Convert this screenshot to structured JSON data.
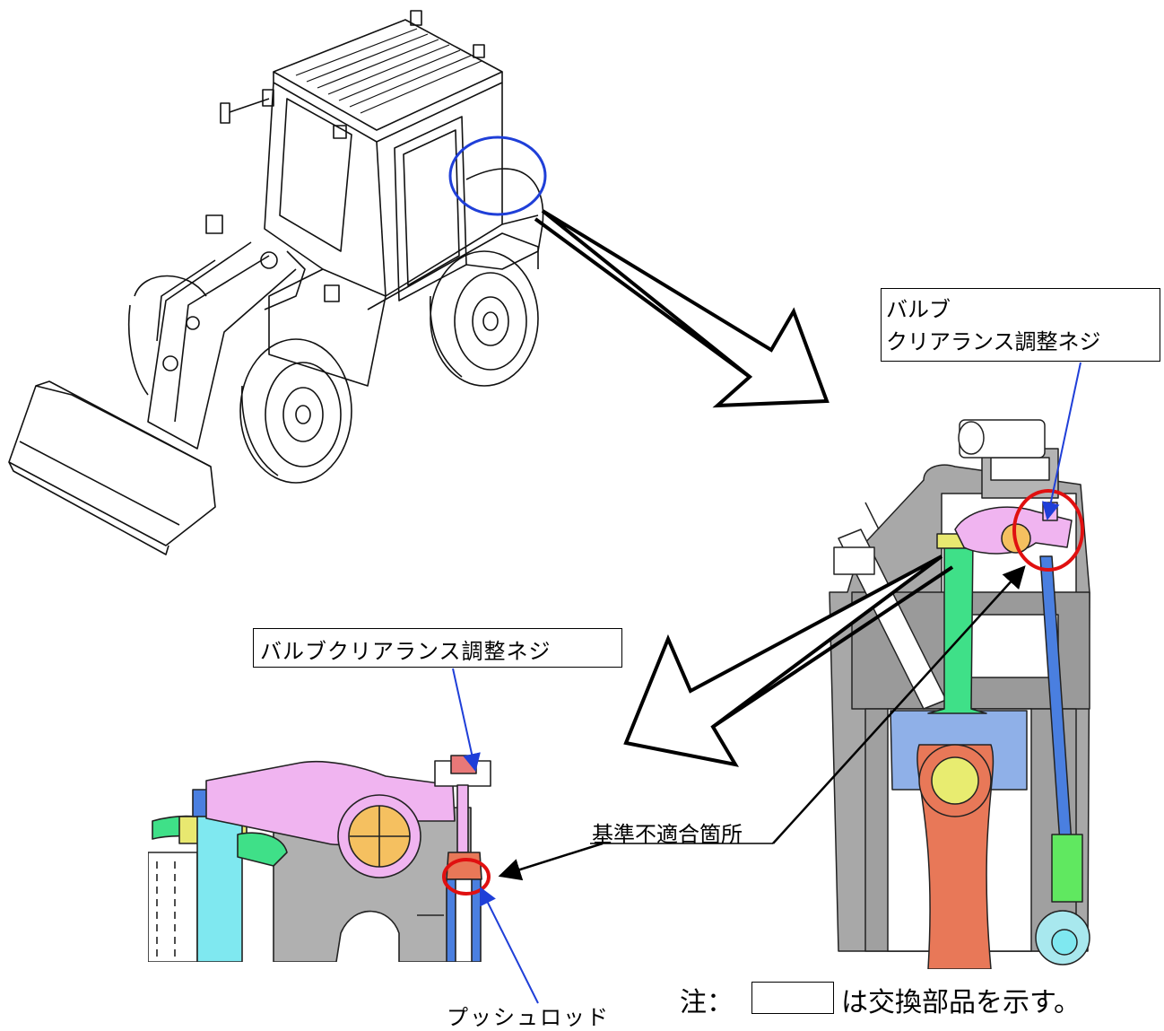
{
  "labels": {
    "valve_box_right_line1": "バルブ",
    "valve_box_right_line2": "クリアランス調整ネジ",
    "valve_box_left": "バルブクリアランス調整ネジ",
    "nonconforming": "基準不適合箇所",
    "pushrod": "プッシュロッド",
    "note_prefix": "注：",
    "note_suffix": "は交換部品を示す。"
  },
  "colors": {
    "highlight_blue": "#1f3fd8",
    "highlight_red": "#e01010",
    "rocker_pink": "#f0b4f0",
    "shaft_orange": "#f5c060",
    "valve_green": "#3fe088",
    "spring_yellow": "#e8e870",
    "pushrod_blue": "#4a7fe0",
    "piston_blue": "#8fb0e8",
    "rod_salmon": "#e87858",
    "pin_yellow": "#e8ec70",
    "tappet_green": "#60e860",
    "cam_cyan": "#a8e8ee",
    "valve_cyan": "#7fe8f0",
    "block_gray": "#a0a0a0"
  }
}
